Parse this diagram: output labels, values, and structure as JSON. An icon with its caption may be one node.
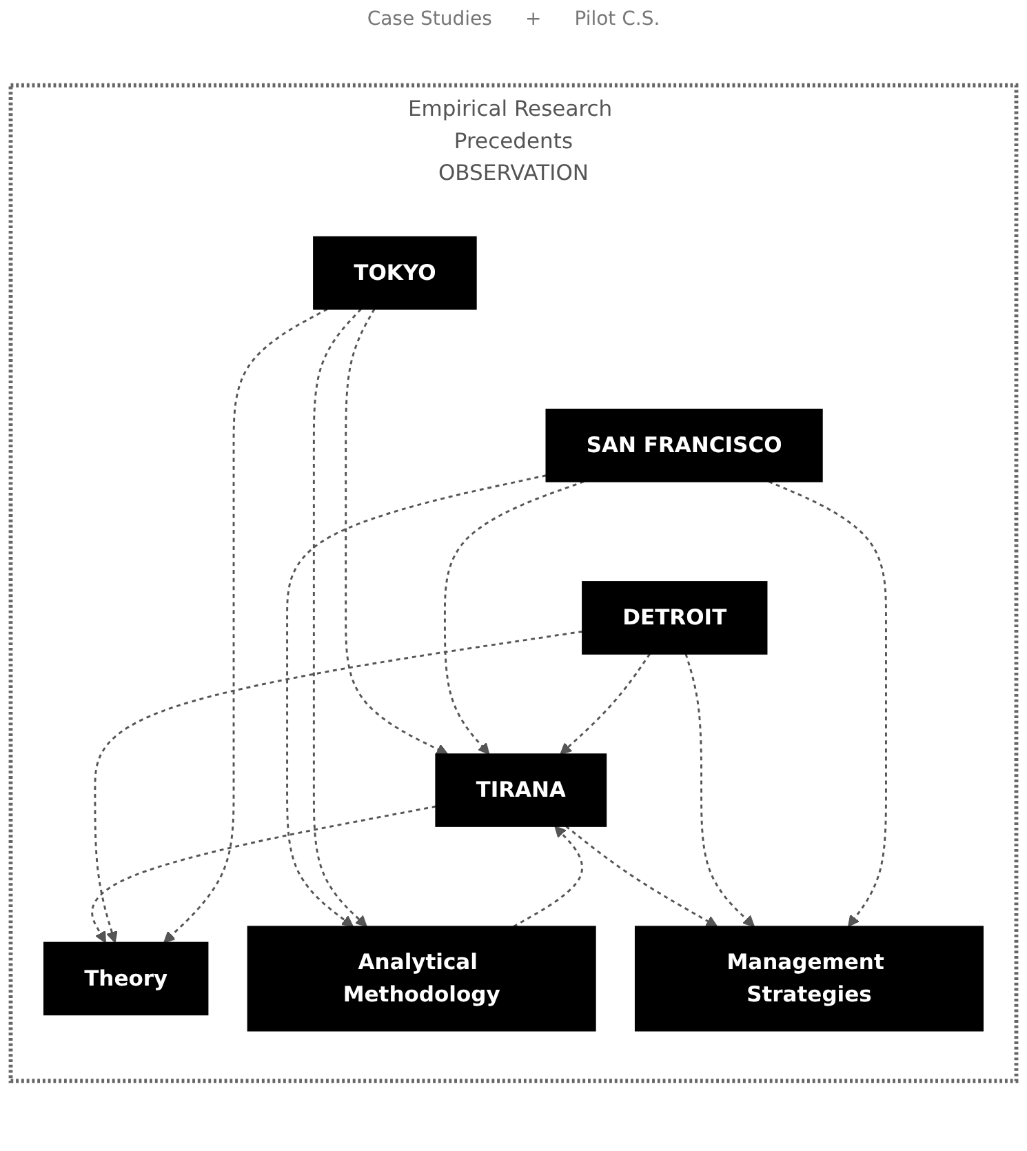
{
  "diagram": {
    "nodes": [
      {
        "text": [
          "Empirical Research Precedents",
          "OBSERVATION"
        ]
      },
      {
        "text": [
          "TOKYO"
        ],
        "in": 0
      },
      {
        "text": [
          "SAN FRANCISCO"
        ],
        "in": 0
      },
      {
        "text": [
          "DETROIT"
        ],
        "in": 0
      },
      {
        "text": [
          "TIRANA"
        ],
        "in": 0
      },
      {
        "text": [
          "Theory"
        ],
        "in": 0
      },
      {
        "text": [
          "Analytical Methodology"
        ],
        "in": 0
      },
      {
        "text": [
          "Management Strategies"
        ],
        "in": 0
      }
    ],
    "edges": [
      {
        "from": 4,
        "to": 5,
        "arrow": "to",
        "style": "dashed"
      },
      {
        "from": 6,
        "to": 4,
        "arrow": "to",
        "style": "dashed"
      },
      {
        "from": 4,
        "to": 7,
        "arrow": "to",
        "style": "dashed"
      },
      {
        "from": 1,
        "to": 4,
        "arrow": "to",
        "style": "dashed"
      },
      {
        "from": 2,
        "to": 4,
        "arrow": "to",
        "style": "dashed"
      },
      {
        "from": 3,
        "to": 4,
        "arrow": "to",
        "style": "dashed"
      },
      {
        "from": 3,
        "to": 5,
        "arrow": "to",
        "style": "dashed"
      },
      {
        "from": 1,
        "to": 5,
        "arrow": "to",
        "style": "dashed"
      },
      {
        "from": 2,
        "to": 6,
        "arrow": "to",
        "style": "dashed"
      },
      {
        "from": 1,
        "to": 6,
        "arrow": "to",
        "style": "dashed"
      },
      {
        "from": 3,
        "to": 7,
        "arrow": "to",
        "style": "dashed"
      },
      {
        "from": 2,
        "to": 7,
        "arrow": "to",
        "style": "dashed"
      }
    ],
    "labels": [
      "Case Studies",
      "+",
      "Pilot C.S."
    ]
  }
}
